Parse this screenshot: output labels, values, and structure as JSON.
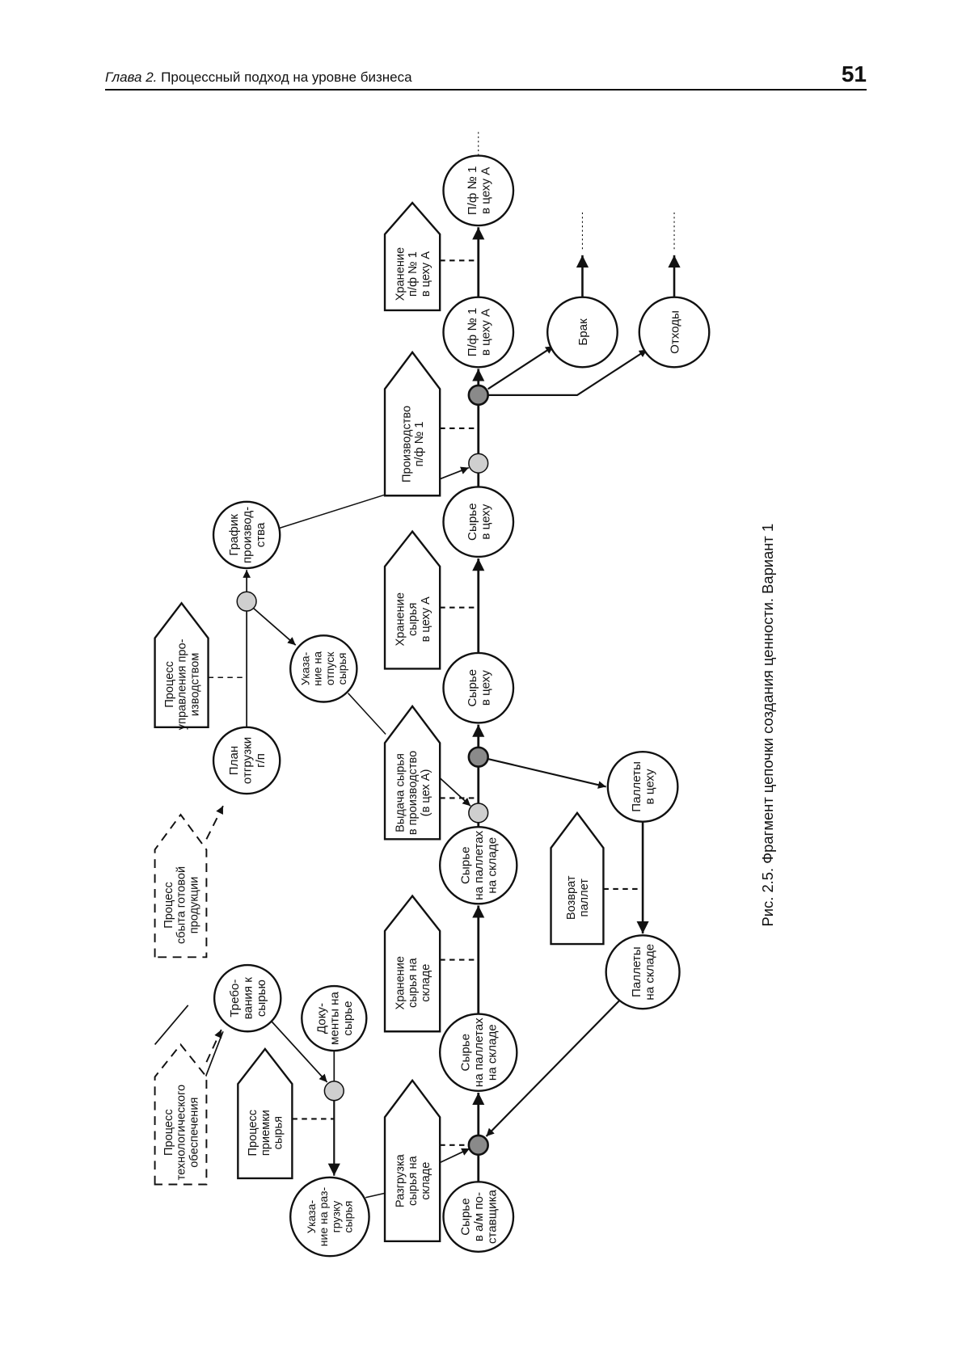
{
  "header": {
    "chapter_label": "Глава 2.",
    "chapter_title": "Процессный подход на уровне бизнеса",
    "page_number": "51"
  },
  "caption": "Рис. 2.5. Фрагмент цепочки создания ценности. Вариант 1",
  "colors": {
    "ink": "#111111",
    "junction_light": "#cfcfcf",
    "junction_dark": "#8a8a8a"
  },
  "objects": [
    {
      "id": "req",
      "lines": [
        "Требо-",
        "вания к",
        "сырью"
      ]
    },
    {
      "id": "docs",
      "lines": [
        "Доку-",
        "менты на",
        "сырье"
      ]
    },
    {
      "id": "unload_order",
      "lines": [
        "Указа-",
        "ние на раз-",
        "грузку",
        "сырья"
      ]
    },
    {
      "id": "raw_truck",
      "lines": [
        "Сырье",
        "в а/м по-",
        "ставщика"
      ]
    },
    {
      "id": "raw_pallets_1",
      "lines": [
        "Сырье",
        "на паллетах",
        "на складе"
      ]
    },
    {
      "id": "raw_pallets_2",
      "lines": [
        "Сырье",
        "на паллетах",
        "на складе"
      ]
    },
    {
      "id": "pallets_shop",
      "lines": [
        "Паллеты",
        "в цеху"
      ]
    },
    {
      "id": "pallets_wh",
      "lines": [
        "Паллеты",
        "на складе"
      ]
    },
    {
      "id": "ship_plan",
      "lines": [
        "План",
        "отгрузки",
        "г/п"
      ]
    },
    {
      "id": "release_order",
      "lines": [
        "Указа-",
        "ние на",
        "отпуск",
        "сырья"
      ]
    },
    {
      "id": "schedule",
      "lines": [
        "График",
        "производ-",
        "ства"
      ]
    },
    {
      "id": "raw_shop_1",
      "lines": [
        "Сырье",
        "в цеху"
      ]
    },
    {
      "id": "raw_shop_2",
      "lines": [
        "Сырье",
        "в цеху"
      ]
    },
    {
      "id": "sf_1",
      "lines": [
        "П/ф № 1",
        "в цеху А"
      ]
    },
    {
      "id": "sf_2",
      "lines": [
        "П/ф № 1",
        "в цеху А"
      ]
    },
    {
      "id": "defect",
      "lines": [
        "Брак"
      ]
    },
    {
      "id": "waste",
      "lines": [
        "Отходы"
      ]
    }
  ],
  "processes": [
    {
      "id": "tech_support",
      "external": true,
      "lines": [
        "Процесс",
        "технологического",
        "обеспечения"
      ]
    },
    {
      "id": "sales",
      "external": true,
      "lines": [
        "Процесс",
        "сбыта готовой",
        "продукции"
      ]
    },
    {
      "id": "acceptance",
      "external": false,
      "lines": [
        "Процесс",
        "приемки",
        "сырья"
      ]
    },
    {
      "id": "unloading",
      "external": false,
      "lines": [
        "Разгрузка",
        "сырья на",
        "складе"
      ]
    },
    {
      "id": "wh_storage",
      "external": false,
      "lines": [
        "Хранение",
        "сырья на",
        "складе"
      ]
    },
    {
      "id": "pallet_return",
      "external": false,
      "lines": [
        "Возврат",
        "паллет"
      ]
    },
    {
      "id": "prod_mgmt",
      "external": false,
      "lines": [
        "Процесс",
        "управления про-",
        "изводством"
      ]
    },
    {
      "id": "issue",
      "external": false,
      "lines": [
        "Выдача сырья",
        "в производство",
        "(в цех А)"
      ]
    },
    {
      "id": "shop_storage",
      "external": false,
      "lines": [
        "Хранение",
        "сырья",
        "в цеху А"
      ]
    },
    {
      "id": "production",
      "external": false,
      "lines": [
        "Производство",
        "п/ф № 1"
      ]
    },
    {
      "id": "sf_storage",
      "external": false,
      "lines": [
        "Хранение",
        "п/ф № 1",
        "в цеху А"
      ]
    }
  ]
}
